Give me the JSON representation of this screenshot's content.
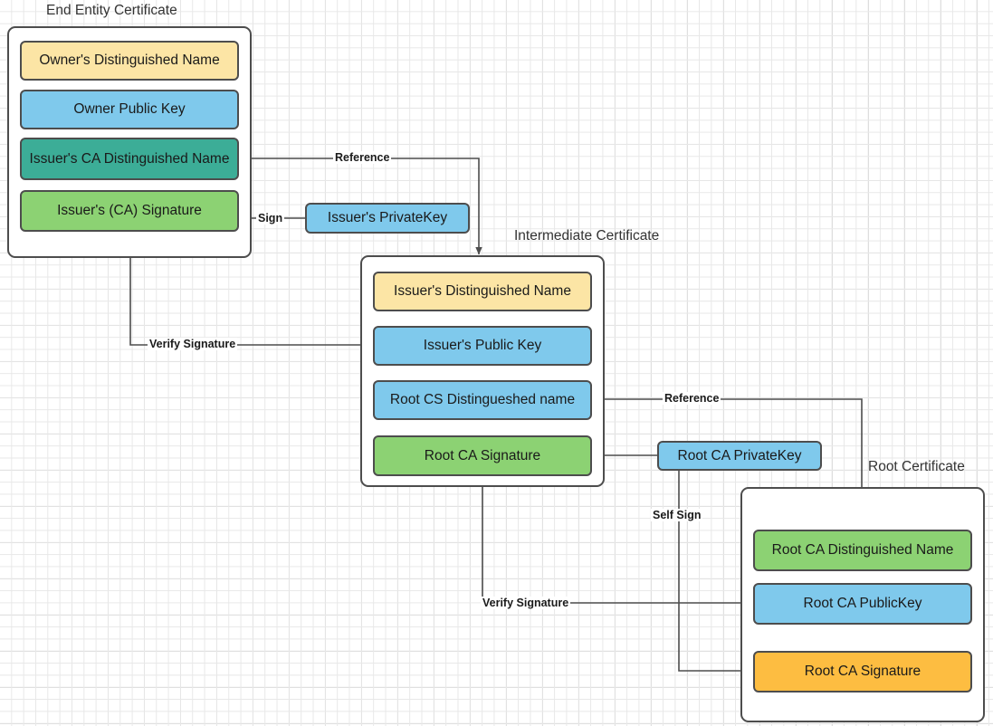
{
  "diagram": {
    "title_labels": {
      "end_entity": "End Entity Certificate",
      "intermediate": "Intermediate Certificate",
      "root": "Root Certificate"
    },
    "colors": {
      "yellow": "#FCE5A5",
      "blue": "#7FC9EC",
      "teal": "#3CAD97",
      "green": "#8CD273",
      "orange": "#FDBD41",
      "stroke": "#4D4D4D",
      "text": "#1A1A1A",
      "grid_minor": "#E8E8E8",
      "grid_major": "#CFCFCF"
    },
    "certificates": [
      {
        "name": "end-entity-certificate",
        "title": "End Entity Certificate",
        "fields": [
          {
            "label": "Owner's Distinguished Name",
            "color": "yellow"
          },
          {
            "label": "Owner Public  Key",
            "color": "blue"
          },
          {
            "label": "Issuer's CA Distinguished Name",
            "color": "teal"
          },
          {
            "label": "Issuer's (CA) Signature",
            "color": "green"
          }
        ]
      },
      {
        "name": "intermediate-certificate",
        "title": "Intermediate Certificate",
        "fields": [
          {
            "label": "Issuer's Distinguished Name",
            "color": "yellow"
          },
          {
            "label": "Issuer's Public  Key",
            "color": "blue"
          },
          {
            "label": "Root CS Distingueshed name",
            "color": "blue"
          },
          {
            "label": "Root CA Signature",
            "color": "green"
          }
        ]
      },
      {
        "name": "root-certificate",
        "title": "Root Certificate",
        "fields": [
          {
            "label": "Root CA Distinguished Name",
            "color": "green"
          },
          {
            "label": "Root CA PublicKey",
            "color": "blue"
          },
          {
            "label": "Root CA Signature",
            "color": "orange"
          }
        ]
      }
    ],
    "keys": [
      {
        "name": "issuers-private-key",
        "label": "Issuer's PrivateKey",
        "color": "blue"
      },
      {
        "name": "root-ca-private-key",
        "label": "Root CA PrivateKey",
        "color": "blue"
      }
    ],
    "edges": [
      {
        "name": "reference-upper",
        "label": "Reference"
      },
      {
        "name": "sign-issuer",
        "label": "Sign"
      },
      {
        "name": "verify-signature-upper",
        "label": "Verify Signature"
      },
      {
        "name": "reference-lower",
        "label": "Reference"
      },
      {
        "name": "self-sign",
        "label": "Self Sign"
      },
      {
        "name": "verify-signature-lower",
        "label": "Verify Signature"
      }
    ]
  }
}
